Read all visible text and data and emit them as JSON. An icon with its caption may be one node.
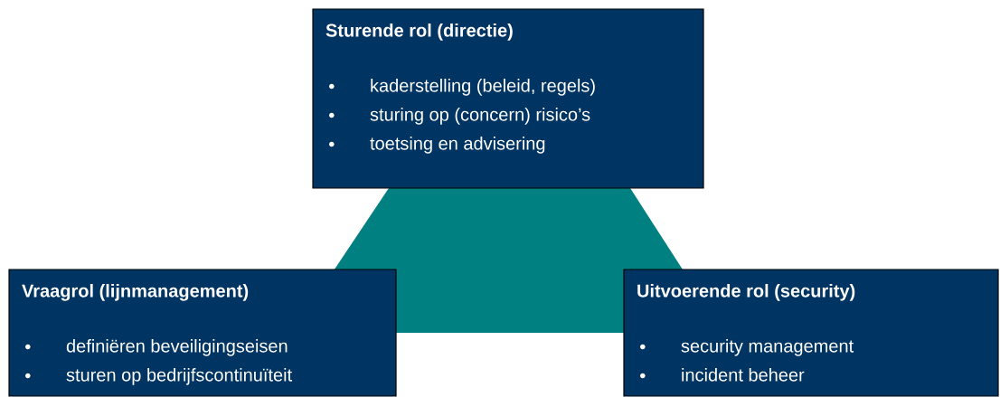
{
  "diagram": {
    "nodes": [
      {
        "text": [
          "Sturende rol (directie)",
          "kaderstelling (beleid, regels)",
          "sturing op (concern) risico’s",
          "toetsing en advisering"
        ]
      },
      {
        "text": [
          "Vraagrol (lijnmanagement)",
          "definiëren beveiligingseisen",
          "sturen op bedrijfscontinuïteit"
        ]
      },
      {
        "text": [
          "Uitvoerende rol (security)",
          "security management",
          "incident beheer"
        ]
      }
    ]
  }
}
